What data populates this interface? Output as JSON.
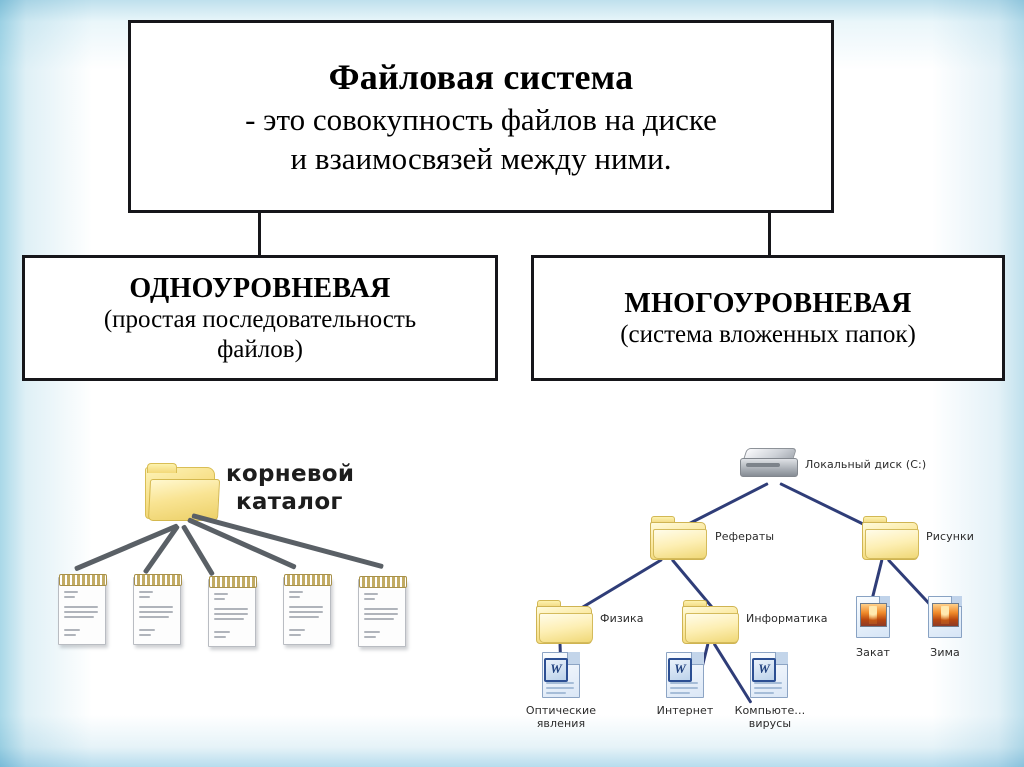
{
  "slide": {
    "background_color": "#ffffff",
    "frame_accent_color": "#b7dced"
  },
  "title_box": {
    "heading": "Файловая система",
    "line1": "-  это совокупность файлов на диске",
    "line2": "и взаимосвязей между ними."
  },
  "categories": [
    {
      "name": "single-level",
      "heading": "ОДНОУРОВНЕВАЯ",
      "subtitle_line1": "(простая последовательность",
      "subtitle_line2": "файлов)"
    },
    {
      "name": "multi-level",
      "heading": "МНОГОУРОВНЕВАЯ",
      "subtitle_line1": "(система вложенных папок)",
      "subtitle_line2": ""
    }
  ],
  "single_level_illustration": {
    "root_label_line1": "корневой",
    "root_label_line2": "каталог",
    "root_icon": "open-folder-icon",
    "file_icon": "notepad-icon",
    "file_count": 5,
    "connector_color": "#5a6066"
  },
  "multi_level_illustration": {
    "connector_color": "#2f3d78",
    "root": {
      "label": "Локальный диск (C:)",
      "icon": "hard-disk-icon"
    },
    "folders": [
      {
        "label": "Рефераты",
        "icon": "folder-icon"
      },
      {
        "label": "Рисунки",
        "icon": "folder-icon"
      },
      {
        "label": "Физика",
        "icon": "folder-icon"
      },
      {
        "label": "Информатика",
        "icon": "folder-icon"
      }
    ],
    "documents": [
      {
        "label": "Оптические\nявления",
        "icon": "word-document-icon"
      },
      {
        "label": "Интернет",
        "icon": "word-document-icon"
      },
      {
        "label": "Компьюте…\nвирусы",
        "icon": "word-document-icon"
      }
    ],
    "images": [
      {
        "label": "Закат",
        "icon": "image-file-icon"
      },
      {
        "label": "Зима",
        "icon": "image-file-icon"
      }
    ]
  }
}
